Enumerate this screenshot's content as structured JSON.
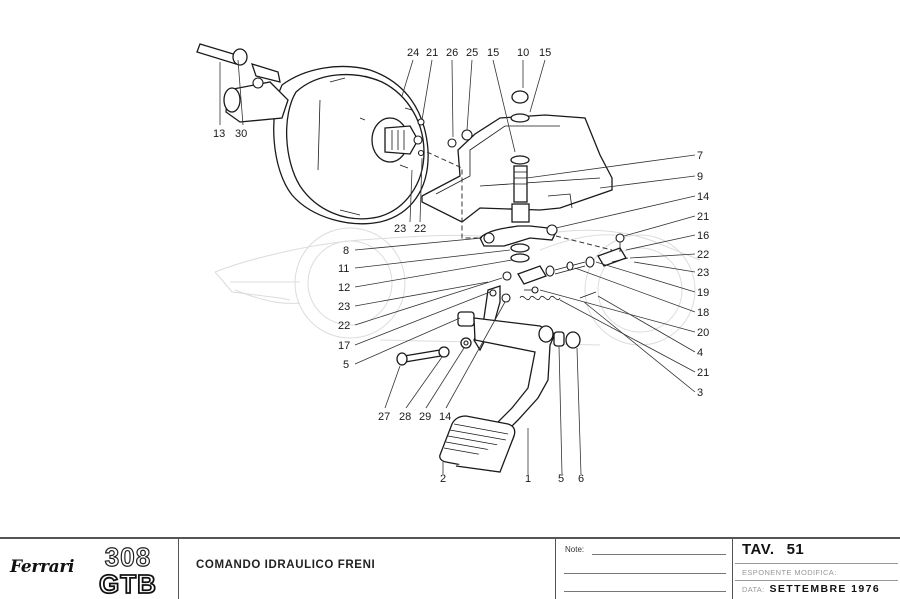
{
  "drawing": {
    "callouts": {
      "c24": "24",
      "c21a": "21",
      "c26": "26",
      "c25": "25",
      "c15a": "15",
      "c10": "10",
      "c15b": "15",
      "c13": "13",
      "c30": "30",
      "c23a": "23",
      "c22a": "22",
      "c7": "7",
      "c9": "9",
      "c14a": "14",
      "c21b": "21",
      "c16": "16",
      "c22b": "22",
      "c23b": "23",
      "c19": "19",
      "c18": "18",
      "c20": "20",
      "c4": "4",
      "c21c": "21",
      "c3": "3",
      "c8": "8",
      "c11": "11",
      "c12": "12",
      "c23c": "23",
      "c22c": "22",
      "c17": "17",
      "c5a": "5",
      "c27": "27",
      "c28": "28",
      "c29": "29",
      "c14b": "14",
      "c2": "2",
      "c1": "1",
      "c5b": "5",
      "c6": "6"
    }
  },
  "titleblock": {
    "brand": "Ferrari",
    "model_line1": "308",
    "model_line2": "GTB",
    "title": "COMANDO IDRAULICO FRENI",
    "note_label": "Note:",
    "tav_label": "TAV.",
    "tav_number": "51",
    "esponente_label": "ESPONENTE MODIFICA:",
    "data_label": "DATA:",
    "data_value": "SETTEMBRE 1976"
  }
}
